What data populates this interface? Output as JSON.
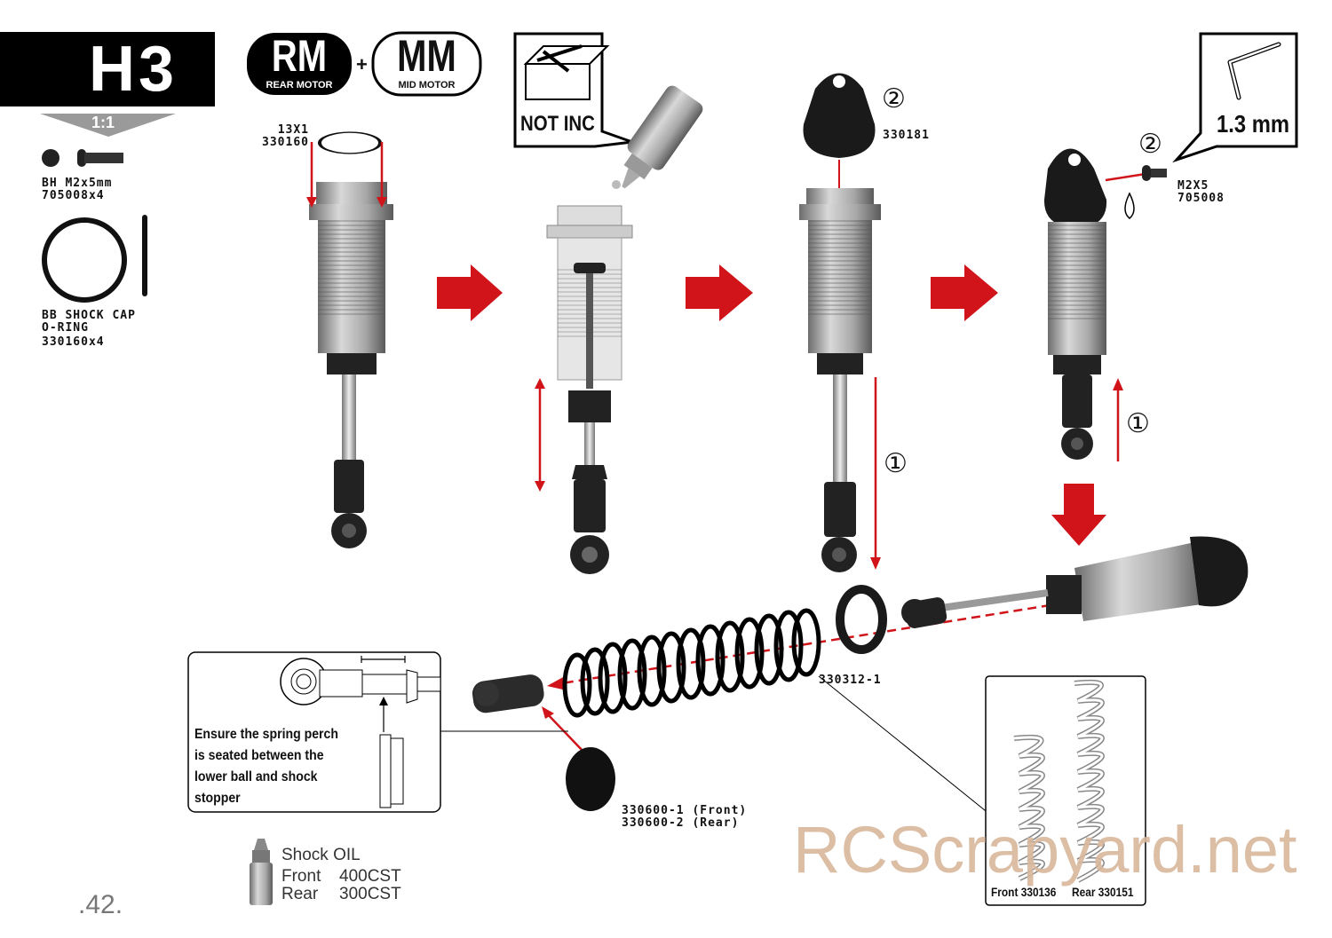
{
  "step": {
    "title": "H3",
    "scale": "1:1"
  },
  "motor_badges": {
    "rm": "RM",
    "rm_sub": "REAR MOTOR",
    "plus": "+",
    "mm": "MM",
    "mm_sub": "MID MOTOR"
  },
  "parts_list": [
    {
      "name": "BH M2x5mm",
      "code": "705008x4"
    },
    {
      "name": "BB SHOCK CAP\nO-RING",
      "code": "330160x4"
    }
  ],
  "callouts": {
    "oring": "13X1\n330160",
    "not_inc": "NOT INC",
    "cap": "330181",
    "screw": "M2X5\n705008",
    "hex_tool": "1.3 mm",
    "step1": "①",
    "step2": "②",
    "spring_perch": "330312-1",
    "stopper": "330600-1 (Front)\n330600-2 (Rear)"
  },
  "inset_note": "Ensure the spring perch is seated between the lower ball and shock stopper",
  "shock_oil": {
    "title": "Shock OIL",
    "rows": [
      {
        "pos": "Front",
        "value": "400CST"
      },
      {
        "pos": "Rear",
        "value": "300CST"
      }
    ]
  },
  "springs": {
    "front": "Front 330136",
    "rear": "Rear 330151"
  },
  "watermark": "RCScrapyard.net",
  "page_number": ".42.",
  "colors": {
    "accent_red": "#d0141a",
    "black": "#000000",
    "gray": "#9a9a9a"
  }
}
